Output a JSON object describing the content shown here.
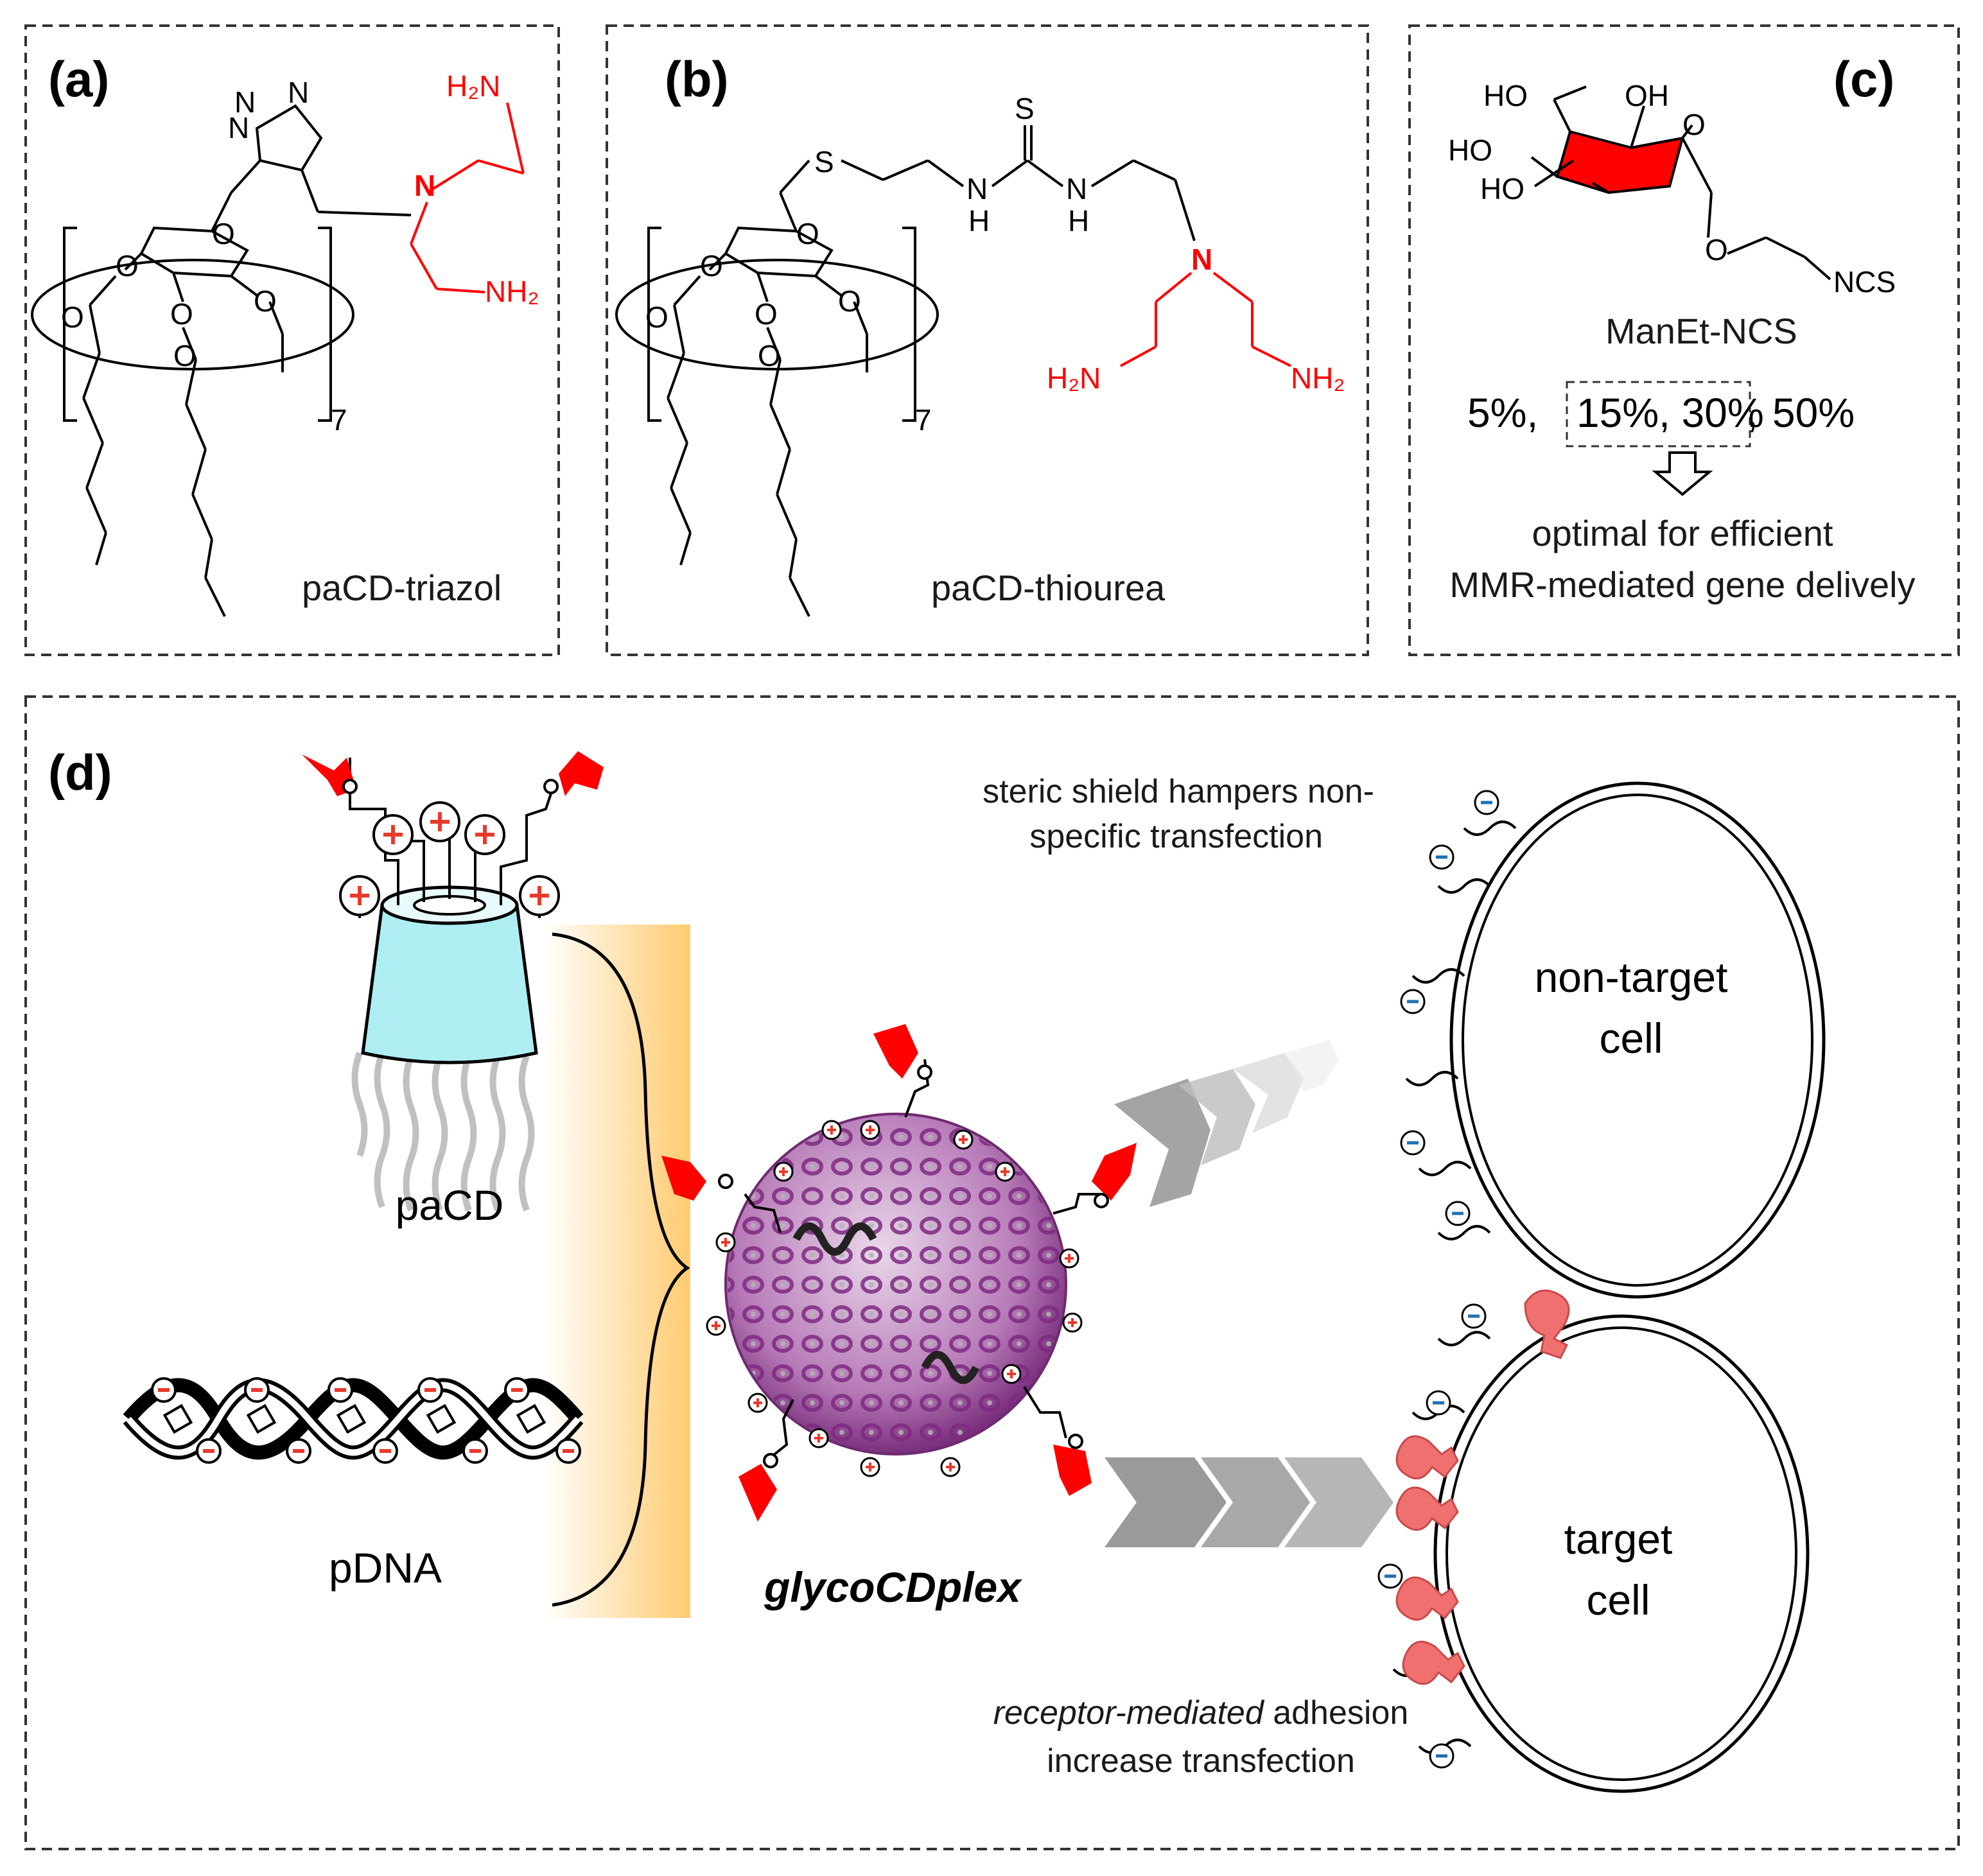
{
  "panels": {
    "a": {
      "label": "(a)",
      "name": "paCD-triazol",
      "atoms": {
        "n1": "N",
        "n2": "N",
        "n3": "N",
        "amine_n": "N",
        "h2n": "H₂N",
        "nh2": "NH₂",
        "sub7": "7",
        "o1": "O",
        "o2": "O",
        "o3": "O",
        "o4": "O",
        "o5": "O",
        "o6": "O"
      }
    },
    "b": {
      "label": "(b)",
      "name": "paCD-thiourea",
      "atoms": {
        "s_thio": "S",
        "s_link": "S",
        "nh1": "N",
        "h1": "H",
        "nh2": "N",
        "h2": "H",
        "amine_n": "N",
        "h2n": "H₂N",
        "nh2_right": "NH₂",
        "sub7": "7",
        "o1": "O",
        "o2": "O",
        "o3": "O",
        "o4": "O",
        "o5": "O",
        "o6": "O"
      }
    },
    "c": {
      "label": "(c)",
      "name": "ManEt-NCS",
      "atoms": {
        "ho1": "HO",
        "ho2": "HO",
        "ho3": "HO",
        "oh": "OH",
        "ring_o": "O",
        "link_o": "O",
        "ncs": "NCS"
      },
      "ratios": [
        "5%,",
        "15%, 30%",
        ",",
        "50%"
      ],
      "note_line1": "optimal for efficient",
      "note_line2": "MMR-mediated gene delively"
    },
    "d": {
      "label": "(d)",
      "pacd": "paCD",
      "pdna": "pDNA",
      "complex": "glycoCDplex",
      "shield_line1": "steric shield hampers non-",
      "shield_line2": "specific transfection",
      "adhesion_italic": "receptor-mediated",
      "adhesion_rest": " adhesion",
      "adhesion_line2": "increase transfection",
      "nontarget_line1": "non-target",
      "nontarget_line2": "cell",
      "target_line1": "target",
      "target_line2": "cell"
    }
  },
  "colors": {
    "amine_red": "#ff0000",
    "mannose_red": "#ff0000",
    "cd_cyan": "#aeeef2",
    "receptor_pink": "#f07070",
    "nanoparticle_purple": "#8a3a8a",
    "arrow_gray": "#9a9a9a",
    "gradient_orange": "#ffc868"
  }
}
